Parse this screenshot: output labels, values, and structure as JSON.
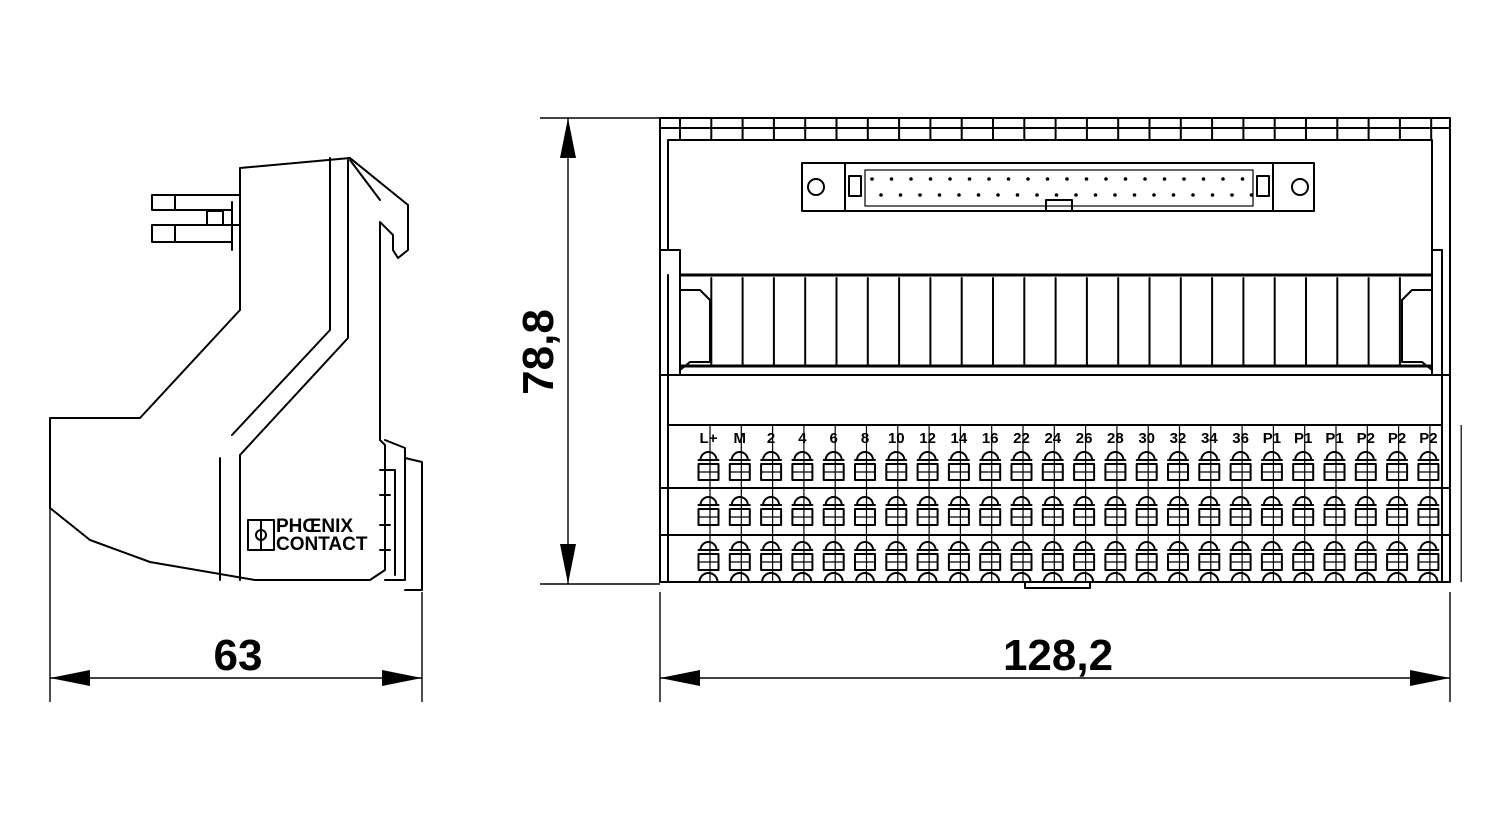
{
  "dimensions": {
    "width_side": "63",
    "height": "78,8",
    "width_front": "128,2"
  },
  "logo": {
    "line1": "PHŒNIX",
    "line2": "CONTACT"
  },
  "terminal_labels": [
    "L+",
    "M",
    "2",
    "4",
    "6",
    "8",
    "10",
    "12",
    "14",
    "16",
    "22",
    "24",
    "26",
    "28",
    "30",
    "32",
    "34",
    "36",
    "P1",
    "P1",
    "P1",
    "P2",
    "P2",
    "P2"
  ],
  "connector": {
    "pin_rows": 2,
    "pins_per_row": 20
  },
  "terminal_rows": 3
}
